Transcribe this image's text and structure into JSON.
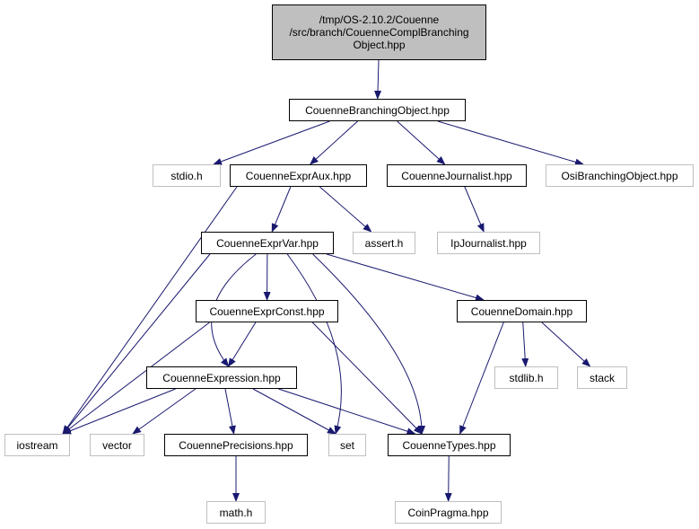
{
  "colors": {
    "edge": "#191970",
    "root_fill": "#bfbfbf",
    "doc_border": "#000000",
    "external_border": "#bfbfbf"
  },
  "nodes": {
    "root": {
      "label": "/tmp/OS-2.10.2/Couenne\n/src/branch/CouenneComplBranching\nObject.hpp"
    },
    "branching": {
      "label": "CouenneBranchingObject.hpp"
    },
    "stdio": {
      "label": "stdio.h"
    },
    "expraux": {
      "label": "CouenneExprAux.hpp"
    },
    "journalist": {
      "label": "CouenneJournalist.hpp"
    },
    "osibranch": {
      "label": "OsiBranchingObject.hpp"
    },
    "exprvar": {
      "label": "CouenneExprVar.hpp"
    },
    "assert": {
      "label": "assert.h"
    },
    "ipjournalist": {
      "label": "IpJournalist.hpp"
    },
    "exprconst": {
      "label": "CouenneExprConst.hpp"
    },
    "domain": {
      "label": "CouenneDomain.hpp"
    },
    "expression": {
      "label": "CouenneExpression.hpp"
    },
    "stdlib": {
      "label": "stdlib.h"
    },
    "stack": {
      "label": "stack"
    },
    "iostream": {
      "label": "iostream"
    },
    "vector": {
      "label": "vector"
    },
    "precisions": {
      "label": "CouennePrecisions.hpp"
    },
    "set": {
      "label": "set"
    },
    "types": {
      "label": "CouenneTypes.hpp"
    },
    "math": {
      "label": "math.h"
    },
    "coinpragma": {
      "label": "CoinPragma.hpp"
    }
  },
  "edges": [
    [
      "root",
      "branching"
    ],
    [
      "branching",
      "stdio"
    ],
    [
      "branching",
      "expraux"
    ],
    [
      "branching",
      "journalist"
    ],
    [
      "branching",
      "osibranch"
    ],
    [
      "expraux",
      "iostream"
    ],
    [
      "expraux",
      "exprvar"
    ],
    [
      "expraux",
      "assert"
    ],
    [
      "journalist",
      "ipjournalist"
    ],
    [
      "exprvar",
      "iostream"
    ],
    [
      "exprvar",
      "expression"
    ],
    [
      "exprvar",
      "exprconst"
    ],
    [
      "exprvar",
      "set"
    ],
    [
      "exprvar",
      "domain"
    ],
    [
      "exprvar",
      "types"
    ],
    [
      "exprconst",
      "iostream"
    ],
    [
      "exprconst",
      "expression"
    ],
    [
      "exprconst",
      "types"
    ],
    [
      "domain",
      "types"
    ],
    [
      "domain",
      "stdlib"
    ],
    [
      "domain",
      "stack"
    ],
    [
      "expression",
      "iostream"
    ],
    [
      "expression",
      "vector"
    ],
    [
      "expression",
      "precisions"
    ],
    [
      "expression",
      "set"
    ],
    [
      "expression",
      "types"
    ],
    [
      "precisions",
      "math"
    ],
    [
      "types",
      "coinpragma"
    ]
  ]
}
